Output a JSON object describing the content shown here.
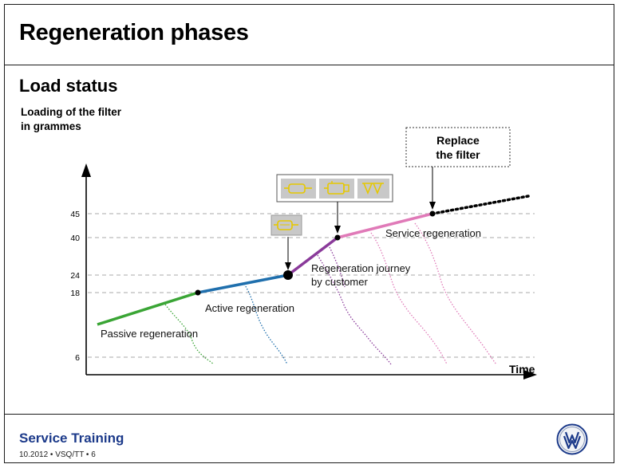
{
  "header": {
    "title": "Regeneration phases"
  },
  "section": {
    "title": "Load status"
  },
  "diagram": {
    "y_axis_label_line1": "Loading of the filter",
    "y_axis_label_line2": "in grammes",
    "x_axis_label": "Time",
    "y_ticks": [
      "45",
      "40",
      "24",
      "18",
      "6"
    ],
    "phases": {
      "passive": "Passive regeneration",
      "active": "Active regeneration",
      "journey_line1": "Regeneration journey",
      "journey_line2": "by customer",
      "service": "Service regeneration"
    },
    "replace_box_line1": "Replace",
    "replace_box_line2": "the filter",
    "colors": {
      "passive": "#3aa535",
      "active": "#1f6fad",
      "journey": "#8a3a9a",
      "service": "#e07ab8",
      "icon_bg": "#c8c8c8",
      "icon_fg": "#e6c800"
    },
    "icons": [
      "dpf-filter-icon",
      "engine-icon",
      "exhaust-icon"
    ]
  },
  "footer": {
    "brand": "Service Training",
    "meta": "10.2012 • VSQ/TT • 6",
    "logo": "vw-logo"
  }
}
